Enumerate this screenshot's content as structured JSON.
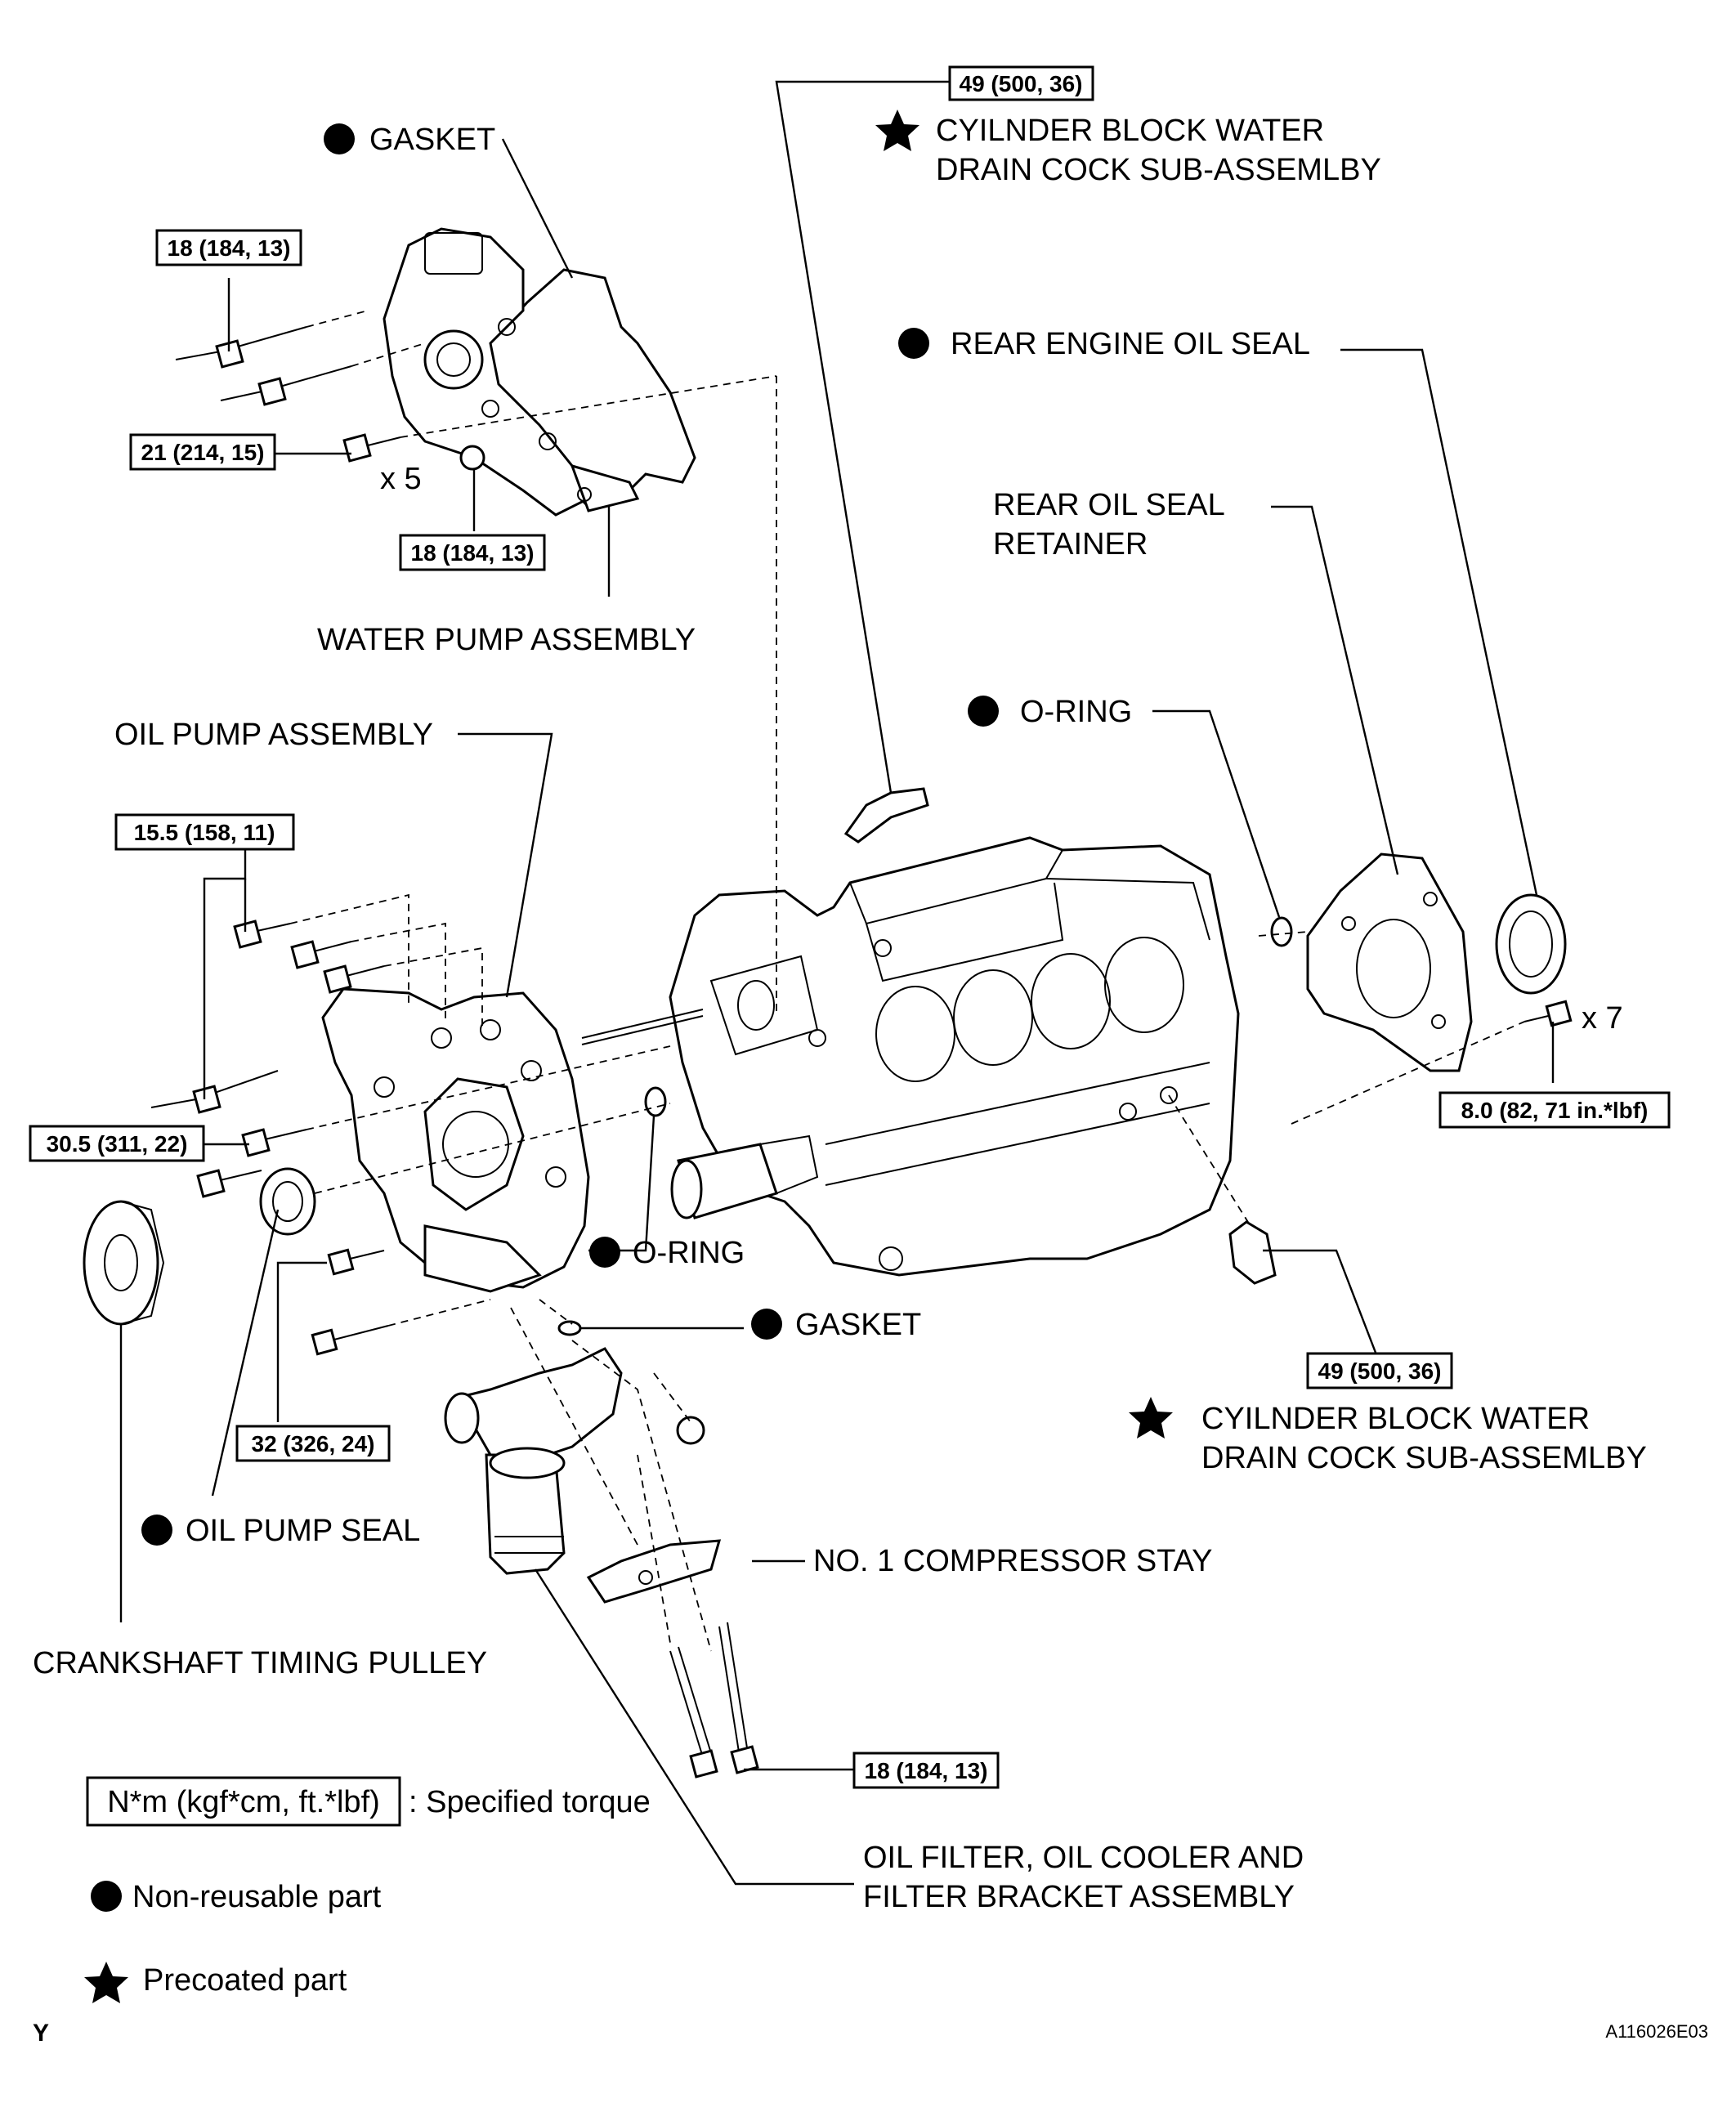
{
  "labels": {
    "gasket_top": "GASKET",
    "water_pump": "WATER PUMP ASSEMBLY",
    "drain_cock_top_1": "CYILNDER BLOCK WATER",
    "drain_cock_top_2": "DRAIN COCK SUB-ASSEMLBY",
    "rear_engine_oil_seal": "REAR ENGINE OIL SEAL",
    "rear_retainer_1": "REAR OIL SEAL",
    "rear_retainer_2": "RETAINER",
    "o_ring_right": "O-RING",
    "oil_pump_assembly": "OIL PUMP ASSEMBLY",
    "o_ring_center": "O-RING",
    "gasket_bottom": "GASKET",
    "drain_cock_bottom_1": "CYILNDER BLOCK WATER",
    "drain_cock_bottom_2": "DRAIN COCK SUB-ASSEMLBY",
    "oil_pump_seal": "OIL PUMP SEAL",
    "compressor_stay": "NO. 1 COMPRESSOR STAY",
    "crank_pulley": "CRANKSHAFT TIMING PULLEY",
    "oil_filter_1": "OIL FILTER, OIL COOLER AND",
    "oil_filter_2": "FILTER BRACKET ASSEMBLY"
  },
  "torques": {
    "drain_top": "49 (500, 36)",
    "wp_bolt_long": "18 (184, 13)",
    "wp_bolt_short": "21 (214, 15)",
    "wp_nut": "18 (184, 13)",
    "op_upper": "15.5 (158, 11)",
    "op_mid": "30.5 (311, 22)",
    "op_lower": "32 (326, 24)",
    "retainer": "8.0 (82, 71 in.*lbf)",
    "drain_bottom": "49 (500, 36)",
    "stay_bolt": "18 (184, 13)"
  },
  "quantities": {
    "wp_x5": "x 5",
    "retainer_x7": "x 7"
  },
  "legend": {
    "torque_unit": "N*m (kgf*cm, ft.*lbf)",
    "torque_text": ": Specified torque",
    "nonreusable_text": "Non-reusable part",
    "precoated_text": "Precoated part"
  },
  "footer": {
    "left_mark": "Y",
    "figure_code": "A116026E03"
  }
}
